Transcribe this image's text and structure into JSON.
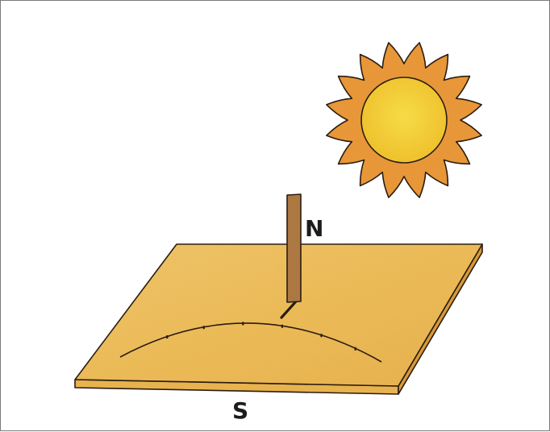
{
  "labels": {
    "north": "N",
    "south": "S"
  },
  "colors": {
    "board_top": "#f0c262",
    "board_edge": "#e8b34e",
    "board_shadow": "#d99a38",
    "stick": "#b07a43",
    "sun_rays": "#ec9a3a",
    "sun_disc": "#f7cf33",
    "outline": "#2a1c12"
  },
  "icons": {
    "sun": "sun-icon",
    "stick": "gnomon-stick",
    "board": "sundial-board"
  }
}
